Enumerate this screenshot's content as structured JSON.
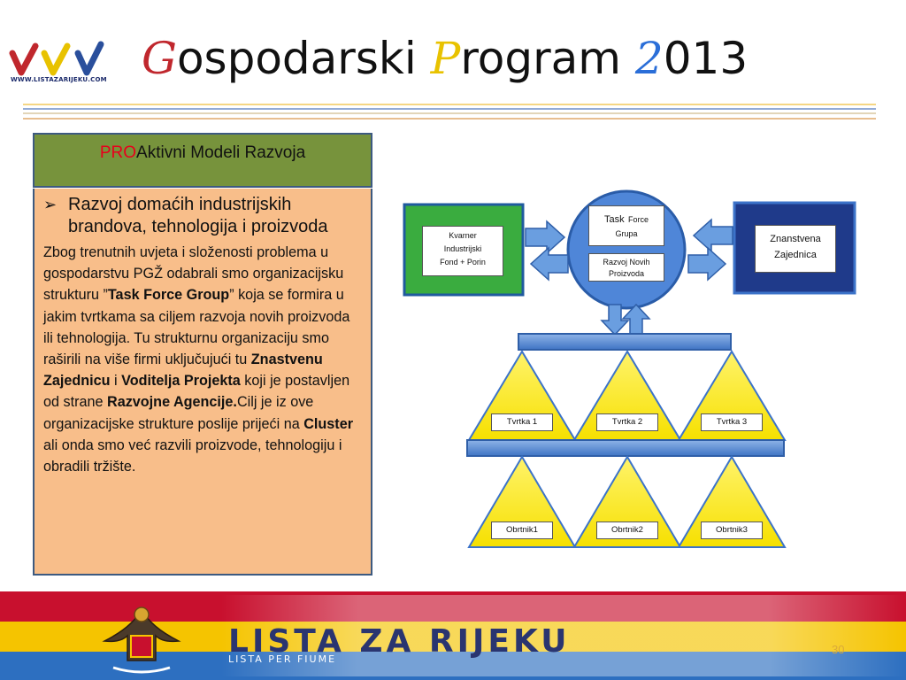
{
  "header": {
    "logo_url": "WWW.LISTAZARIJEKU.COM",
    "title_parts": [
      "G",
      "ospodarski ",
      "P",
      "rogram ",
      "2",
      "013"
    ]
  },
  "panel": {
    "header_red": "PRO",
    "header_rest": "Aktivni Modeli Razvoja",
    "bullet_mark": "➢",
    "bullet": "Razvoj domaćih industrijskih brandova, tehnologija i proizvoda",
    "body": [
      {
        "t": "Zbog trenutnih uvjeta i složenosti problema u gospodarstvu PGŽ odabrali smo organizacijsku strukturu ”",
        "b": false
      },
      {
        "t": "Task Force Group",
        "b": true
      },
      {
        "t": "” koja se formira u jakim tvrtkama sa ciljem razvoja novih proizvoda ili tehnologija. Tu strukturnu organizaciju smo raširili na više firmi uključujući tu ",
        "b": false
      },
      {
        "t": "Znastvenu Zajednicu",
        "b": true
      },
      {
        "t": " i ",
        "b": false
      },
      {
        "t": "Voditelja Projekta",
        "b": true
      },
      {
        "t": " koji je postavljen od strane ",
        "b": false
      },
      {
        "t": "Razvojne Agencije.",
        "b": true
      },
      {
        "t": "Cilj je iz ove organizacijske strukture poslije prijeći na ",
        "b": false
      },
      {
        "t": "Cluster",
        "b": true
      },
      {
        "t": " ali onda smo već razvili proizvode, tehnologiju i obradili tržište.",
        "b": false
      }
    ]
  },
  "diagram": {
    "left_box": [
      "Kvarner",
      "Industrijski",
      "Fond + Porin"
    ],
    "right_box": [
      "Znanstvena",
      "Zajednica"
    ],
    "center_box1": {
      "a": "Task",
      "b": "Force",
      "c": "Grupa"
    },
    "center_box2": [
      "Razvoj Novih",
      "Proizvoda"
    ],
    "companies": [
      "Tvrtka 1",
      "Tvrtka 2",
      "Tvrtka 3"
    ],
    "crafts": [
      "Obrtnik1",
      "Obrtnik2",
      "Obrtnik3"
    ]
  },
  "footer": {
    "title": "LISTA ZA RIJEKU",
    "subtitle": "LISTA PER FIUME",
    "page_number": "30"
  },
  "colors": {
    "green": "#77933c",
    "peach": "#f8be8a",
    "blue_arrow": "#558ed5",
    "dark_blue": "#1f3a8a",
    "triangle": "#ffff00",
    "red": "#e8001c"
  }
}
